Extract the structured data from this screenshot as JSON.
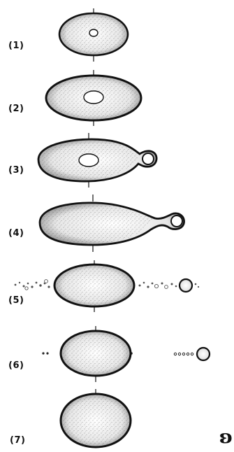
{
  "stages": [
    {
      "label": "(1)"
    },
    {
      "label": "(2)"
    },
    {
      "label": "(3)"
    },
    {
      "label": "(4)"
    },
    {
      "label": "(5)"
    },
    {
      "label": "(6)"
    },
    {
      "label": "(7)"
    }
  ],
  "corner_glyph": "ʚ",
  "colors": {
    "ink": "#111111",
    "background": "#ffffff",
    "stipple": "#333333"
  }
}
